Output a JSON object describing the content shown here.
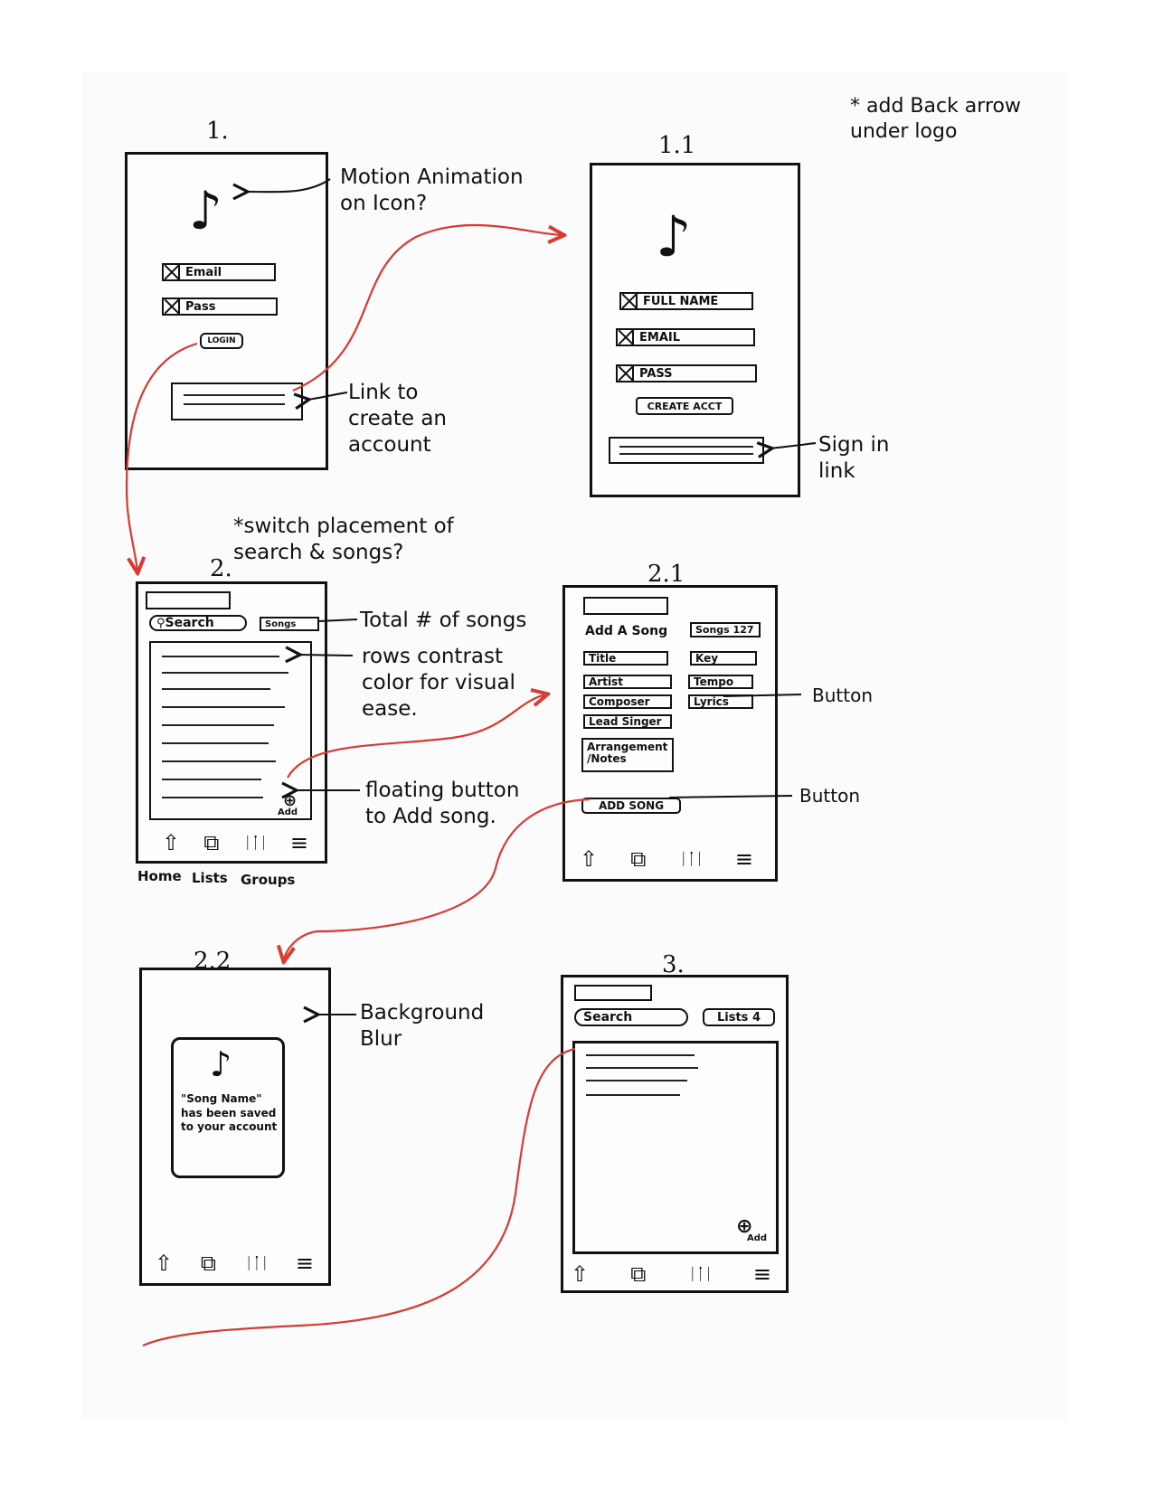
{
  "notes": {
    "back_arrow": "* add Back arrow under logo",
    "motion": "Motion Animation on Icon?",
    "create_link": "Link to create an account",
    "sign_in": "Sign in link",
    "switch": "*switch placement of search & songs?",
    "total": "Total # of songs",
    "rows": "rows contrast color for visual ease.",
    "floating": "floating button to Add song.",
    "button1": "Button",
    "button2": "Button",
    "blur": "Background Blur"
  },
  "screen1": {
    "num": "1.",
    "email": "Email",
    "pass": "Pass",
    "login": "LOGIN"
  },
  "screen1_1": {
    "num": "1.1",
    "full_name": "FULL NAME",
    "email": "EMAIL",
    "pass": "PASS",
    "create": "CREATE ACCT"
  },
  "screen2": {
    "num": "2.",
    "search": "Search",
    "songs": "Songs",
    "add": "Add",
    "nav_labels": {
      "home": "Home",
      "lists": "Lists",
      "groups": "Groups"
    }
  },
  "screen2_1": {
    "num": "2.1",
    "heading": "Add A Song",
    "songs": "Songs 127",
    "title": "Title",
    "artist": "Artist",
    "composer": "Composer",
    "lead": "Lead Singer",
    "key": "Key",
    "tempo": "Tempo",
    "lyrics": "Lyrics",
    "notes": "Arrangement /Notes",
    "add_song": "ADD SONG"
  },
  "screen2_2": {
    "num": "2.2",
    "message": "\"Song Name\" has been saved to your account"
  },
  "screen3": {
    "num": "3.",
    "search": "Search",
    "lists": "Lists 4",
    "add": "Add"
  },
  "icons": {
    "logo": "music-note-logo",
    "home": "home-icon",
    "lists": "lists-icon",
    "groups": "groups-icon",
    "menu": "menu-icon",
    "add": "add-circle-icon"
  },
  "colors": {
    "ink": "#111111",
    "flow_arrow": "#d93a32"
  }
}
